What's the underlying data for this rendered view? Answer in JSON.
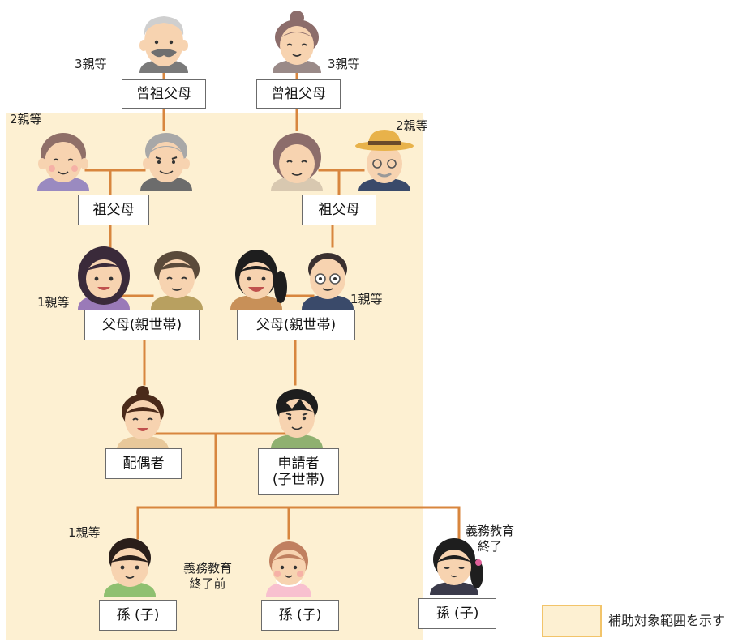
{
  "colors": {
    "highlight": "#fdf0d2",
    "legend_border": "#f2c46a",
    "line": "#d8863e",
    "box_border": "#6b6b6b"
  },
  "boxes": {
    "great_grandparents_left": "曾祖父母",
    "great_grandparents_right": "曾祖父母",
    "grandparents_left": "祖父母",
    "grandparents_right": "祖父母",
    "parents_left": "父母(親世帯)",
    "parents_right": "父母(親世帯)",
    "spouse": "配偶者",
    "applicant": "申請者\n(子世帯)",
    "grandchild_1": "孫 (子)",
    "grandchild_2": "孫 (子)",
    "grandchild_3": "孫 (子)"
  },
  "degree_labels": {
    "third_left": "3親等",
    "third_right": "3親等",
    "second_left": "2親等",
    "second_right": "2親等",
    "first_left": "1親等",
    "first_right": "1親等",
    "first_child": "1親等"
  },
  "annotations": {
    "before_compulsory": "義務教育\n終了前",
    "after_compulsory": "義務教育\n終了"
  },
  "legend": {
    "text": "補助対象範囲を示す"
  },
  "icons": {
    "great_grandfather": "elderly-man-mustache-icon",
    "great_grandmother": "elderly-woman-icon",
    "grandmother_left": "grandmother-icon",
    "grandfather_left": "grandfather-icon",
    "grandmother_right": "grandmother-icon",
    "grandfather_right": "grandfather-hat-icon",
    "mother_left": "mother-icon",
    "father_left": "father-icon",
    "mother_right": "mother-icon",
    "father_right": "father-glasses-icon",
    "spouse": "wife-icon",
    "applicant": "husband-icon",
    "grandchild_1": "child-boy-icon",
    "grandchild_2": "baby-icon",
    "grandchild_3": "girl-student-icon"
  }
}
